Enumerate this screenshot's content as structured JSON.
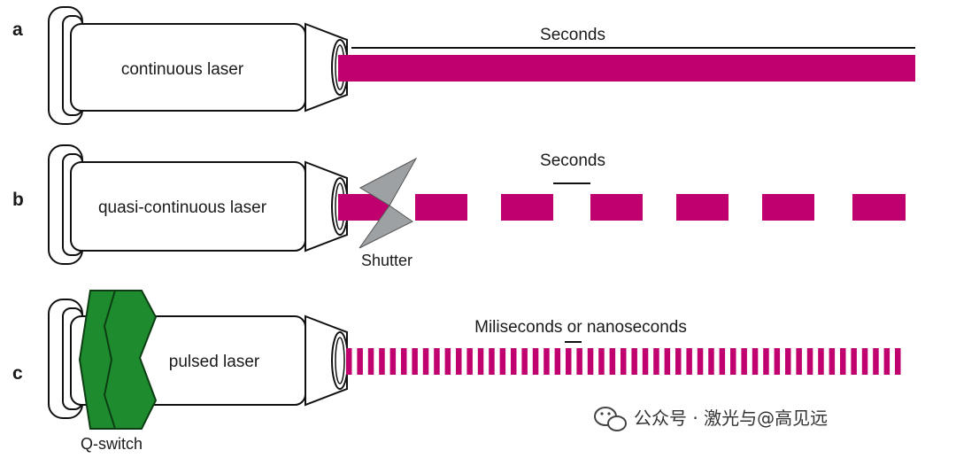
{
  "panels": [
    {
      "letter": "a",
      "laser_label": "continuous laser",
      "time_label": "Seconds",
      "beam_mode": "continuous"
    },
    {
      "letter": "b",
      "laser_label": "quasi-continuous laser",
      "time_label": "Seconds",
      "beam_mode": "quasi-continuous",
      "device_label": "Shutter"
    },
    {
      "letter": "c",
      "laser_label": "pulsed laser",
      "time_label": "Miliseconds or nanoseconds",
      "beam_mode": "pulsed",
      "device_label": "Q-switch"
    }
  ],
  "watermark": {
    "text": "公众号 · 激光与@高见远",
    "icon": "wechat-icon"
  },
  "colors": {
    "beam": "#c0006e",
    "shutter": "#9ea1a3",
    "qswitch": "#1e8c2e",
    "outline": "#111111"
  }
}
